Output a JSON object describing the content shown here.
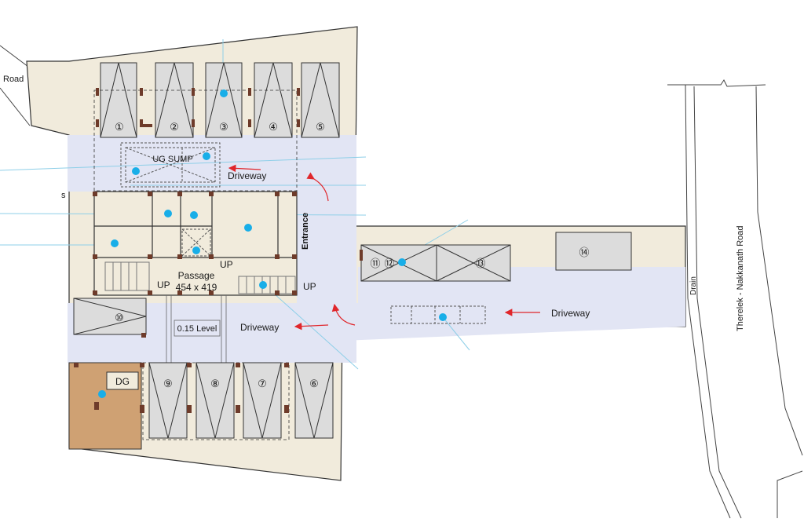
{
  "labels": {
    "road_left": "Road",
    "road_left_cut": "s",
    "ug_sump": "UG SUMP",
    "driveway_top": "Driveway",
    "driveway_mid": "Driveway",
    "driveway_right": "Driveway",
    "entrance": "Entrance",
    "up_left": "UP",
    "up_mid": "UP",
    "up_right": "UP",
    "passage": "Passage",
    "passage_dims": "454 x 419",
    "level": "0.15 Level",
    "dg": "DG",
    "drain": "Drain",
    "main_road": "Therelek - Nakkanath Road"
  },
  "parking_slots": [
    "①",
    "②",
    "③",
    "④",
    "⑤",
    "⑥",
    "⑦",
    "⑧",
    "⑨",
    "⑩",
    "⑪",
    "⑫",
    "⑬",
    "⑭"
  ],
  "colors": {
    "site": "#f1ebdc",
    "driveway": "#e2e5f4",
    "slot": "#dcdcdc",
    "dg_room": "#cfa173",
    "column": "#6e3b2a",
    "marker": "#18aee8",
    "ray": "#8ecfe8",
    "arrow": "#e0262b",
    "line": "#333333"
  }
}
